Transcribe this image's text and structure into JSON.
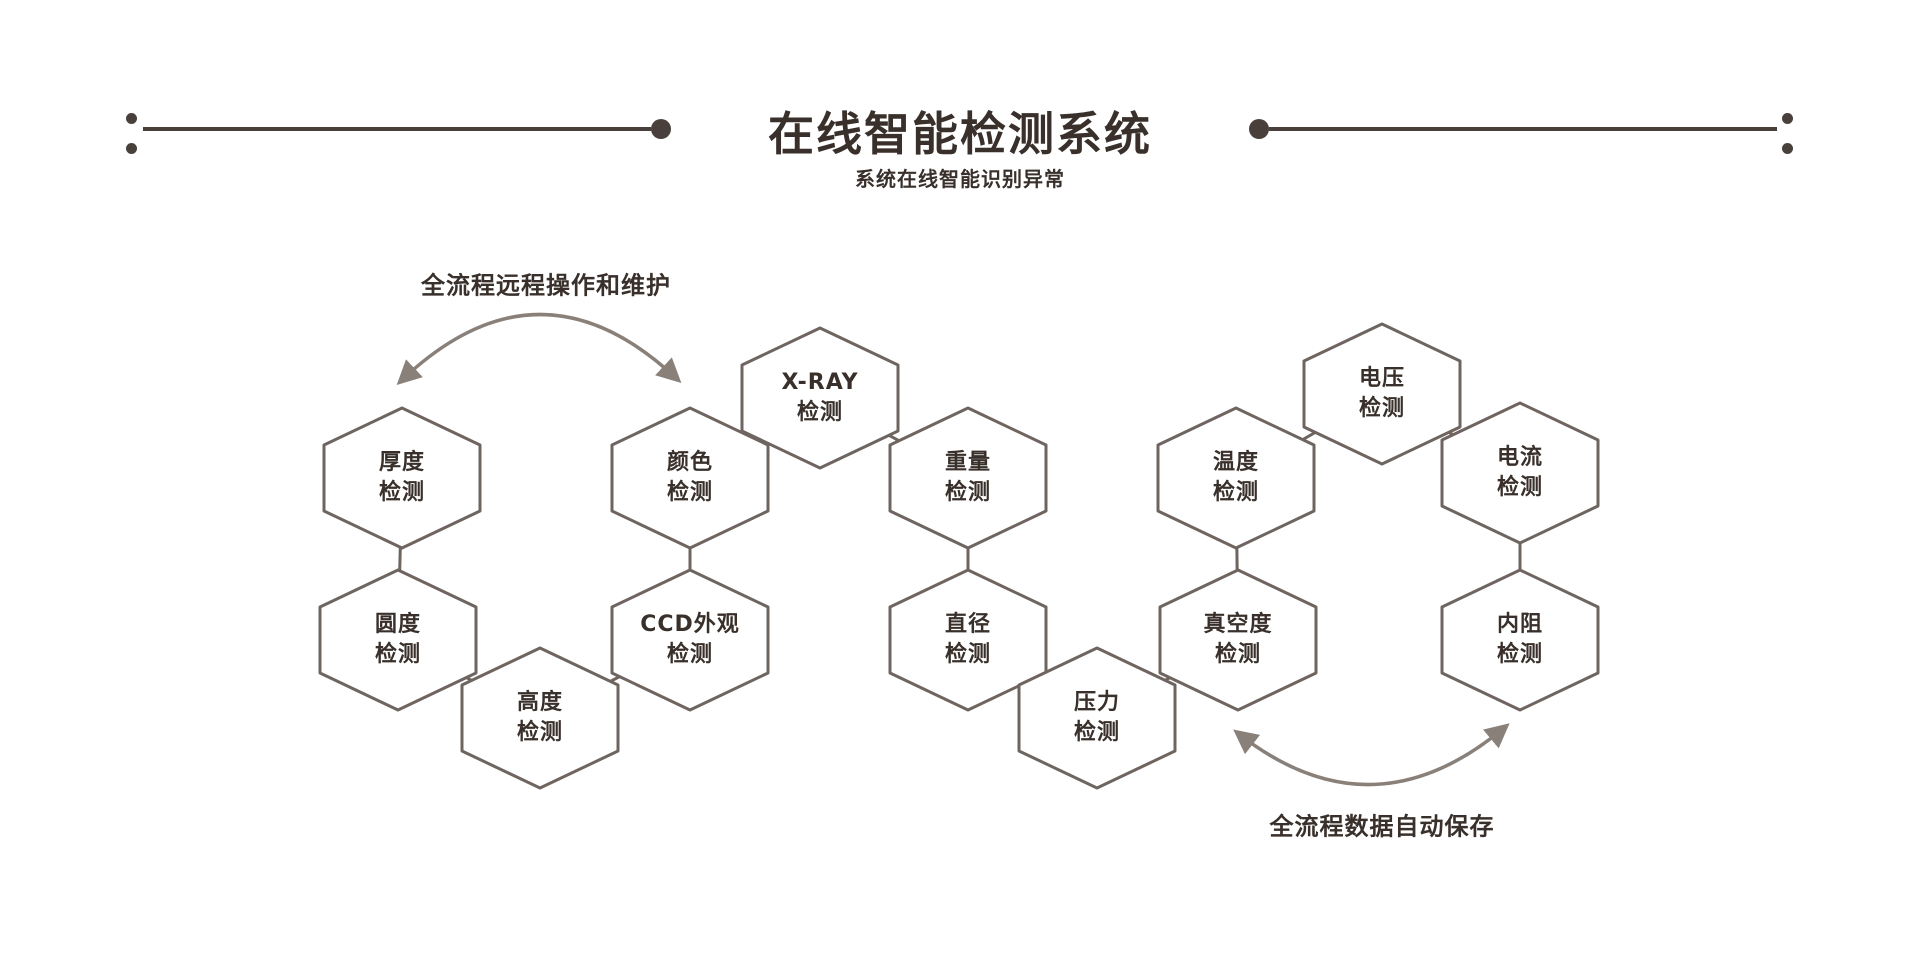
{
  "header": {
    "title": "在线智能检测系统",
    "subtitle": "系统在线智能识别异常"
  },
  "annotations": {
    "top_left": "全流程远程操作和维护",
    "bottom_right": "全流程数据自动保存"
  },
  "nodes": [
    {
      "id": "thickness",
      "label": "厚度\n检测"
    },
    {
      "id": "roundness",
      "label": "圆度\n检测"
    },
    {
      "id": "height",
      "label": "高度\n检测"
    },
    {
      "id": "ccd-appearance",
      "label": "CCD外观\n检测"
    },
    {
      "id": "color",
      "label": "颜色\n检测"
    },
    {
      "id": "xray",
      "label": "X-RAY\n检测"
    },
    {
      "id": "weight",
      "label": "重量\n检测"
    },
    {
      "id": "diameter",
      "label": "直径\n检测"
    },
    {
      "id": "pressure",
      "label": "压力\n检测"
    },
    {
      "id": "vacuum",
      "label": "真空度\n检测"
    },
    {
      "id": "temperature",
      "label": "温度\n检测"
    },
    {
      "id": "voltage",
      "label": "电压\n检测"
    },
    {
      "id": "current",
      "label": "电流\n检测"
    },
    {
      "id": "internal-resistance",
      "label": "内阻\n检测"
    }
  ],
  "colors": {
    "hex_outline": "#6e6460",
    "arrow": "#8a807a",
    "text": "#39302b",
    "decoration": "#49403b",
    "background": "#ffffff"
  }
}
